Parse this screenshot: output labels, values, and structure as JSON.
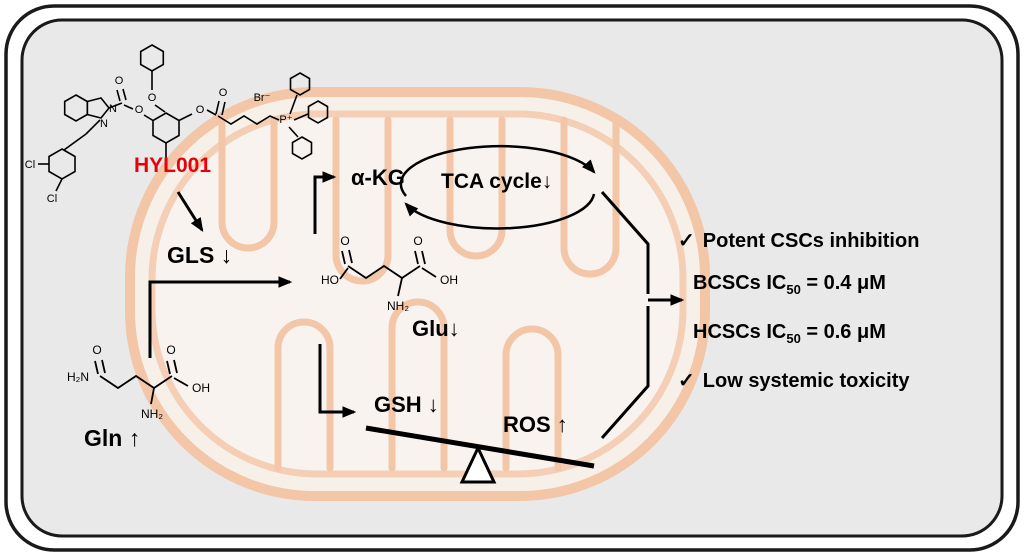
{
  "colors": {
    "accent_red": "#e8000b",
    "panel_background": "#e9e9e9",
    "mito_outline": "#f3c3a0",
    "mito_fill": "#fdf2e9",
    "frame": "#1a1a1a"
  },
  "compound": {
    "name": "HYL001"
  },
  "pathway": {
    "gls": "GLS ↓",
    "gln": "Gln ↑",
    "glu": "Glu↓",
    "akg": "α-KG",
    "tca": "TCA cycle↓",
    "gsh": "GSH ↓",
    "ros": "ROS ↑"
  },
  "results": {
    "check1": "✓",
    "potency": "Potent CSCs inhibition",
    "bcscs_pre": "BCSCs IC",
    "bcscs_sub": "50",
    "bcscs_post": " = 0.4 μM",
    "hcscs_pre": "HCSCs IC",
    "hcscs_sub": "50",
    "hcscs_post": " = 0.6 μM",
    "check2": "✓",
    "toxicity": "Low systemic toxicity"
  },
  "atoms": {
    "br": "Br⁻",
    "p": "P⁺",
    "cl1": "Cl",
    "cl2": "Cl",
    "n1": "N",
    "n2": "N",
    "o_benzyl": "O",
    "o_carbonyl_ind": "O",
    "o_ester_l": "O",
    "o_ester_r": "O",
    "o_carbonyl_r": "O",
    "glu_ho": "HO",
    "glu_o1": "O",
    "glu_o2": "O",
    "glu_oh": "OH",
    "glu_nh2": "NH₂",
    "gln_h2n": "H₂N",
    "gln_o1": "O",
    "gln_o2": "O",
    "gln_oh": "OH",
    "gln_nh2": "NH₂"
  }
}
